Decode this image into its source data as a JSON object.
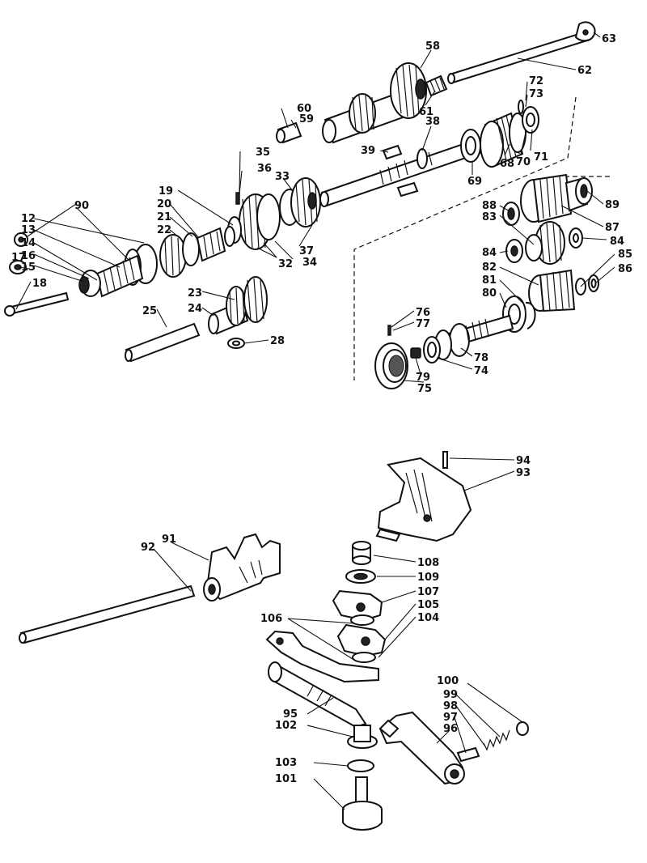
{
  "labels": {
    "n12": "12",
    "n13": "13",
    "n14": "14",
    "n15": "15",
    "n16": "16",
    "n17": "17",
    "n18": "18",
    "n19": "19",
    "n20": "20",
    "n21": "21",
    "n22": "22",
    "n23": "23",
    "n24": "24",
    "n25": "25",
    "n28": "28",
    "n32": "32",
    "n33": "33",
    "n34": "34",
    "n35": "35",
    "n36": "36",
    "n37": "37",
    "n38": "38",
    "n39": "39",
    "n58": "58",
    "n59": "59",
    "n60": "60",
    "n61": "61",
    "n62": "62",
    "n63": "63",
    "n68": "68",
    "n69": "69",
    "n70": "70",
    "n71": "71",
    "n72": "72",
    "n73": "73",
    "n74": "74",
    "n75": "75",
    "n76": "76",
    "n77": "77",
    "n78": "78",
    "n79": "79",
    "n80": "80",
    "n81": "81",
    "n82": "82",
    "n83": "83",
    "n84a": "84",
    "n84b": "84",
    "n85": "85",
    "n86": "86",
    "n87": "87",
    "n88": "88",
    "n89": "89",
    "n90": "90",
    "n91": "91",
    "n92": "92",
    "n93": "93",
    "n94": "94",
    "n95": "95",
    "n96": "96",
    "n97": "97",
    "n98": "98",
    "n99": "99",
    "n100": "100",
    "n101": "101",
    "n102": "102",
    "n103": "103",
    "n104": "104",
    "n105": "105",
    "n106": "106",
    "n107": "107",
    "n108": "108",
    "n109": "109"
  }
}
